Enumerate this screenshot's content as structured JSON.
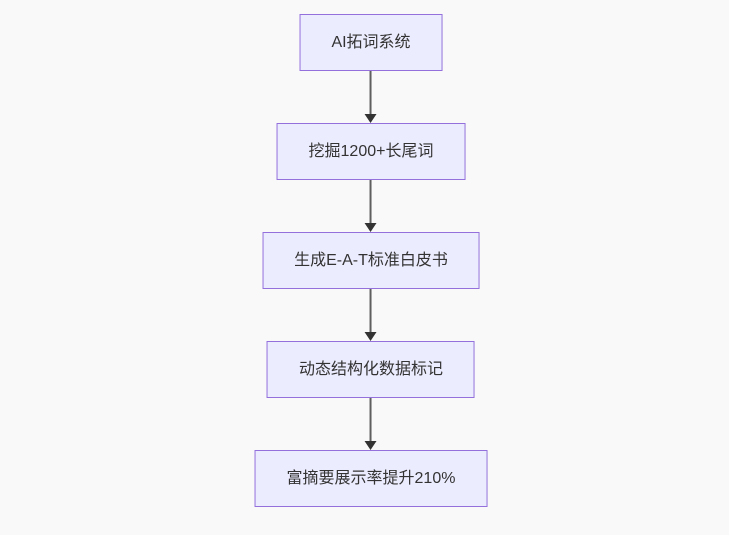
{
  "diagram": {
    "type": "flowchart-top-down",
    "background_color": "#f9f9f9",
    "node_fill_color": "#ECECFF",
    "node_border_color": "#9370DB",
    "node_text_color": "#333333",
    "arrow_line_color": "#5f5f5f",
    "arrow_head_color": "#333333",
    "nodes": [
      {
        "id": "node-1",
        "label": "AI拓词系统"
      },
      {
        "id": "node-2",
        "label": "挖掘1200+长尾词"
      },
      {
        "id": "node-3",
        "label": "生成E-A-T标准白皮书"
      },
      {
        "id": "node-4",
        "label": "动态结构化数据标记"
      },
      {
        "id": "node-5",
        "label": "富摘要展示率提升210%"
      }
    ],
    "edges": [
      {
        "from": "node-1",
        "to": "node-2"
      },
      {
        "from": "node-2",
        "to": "node-3"
      },
      {
        "from": "node-3",
        "to": "node-4"
      },
      {
        "from": "node-4",
        "to": "node-5"
      }
    ]
  }
}
